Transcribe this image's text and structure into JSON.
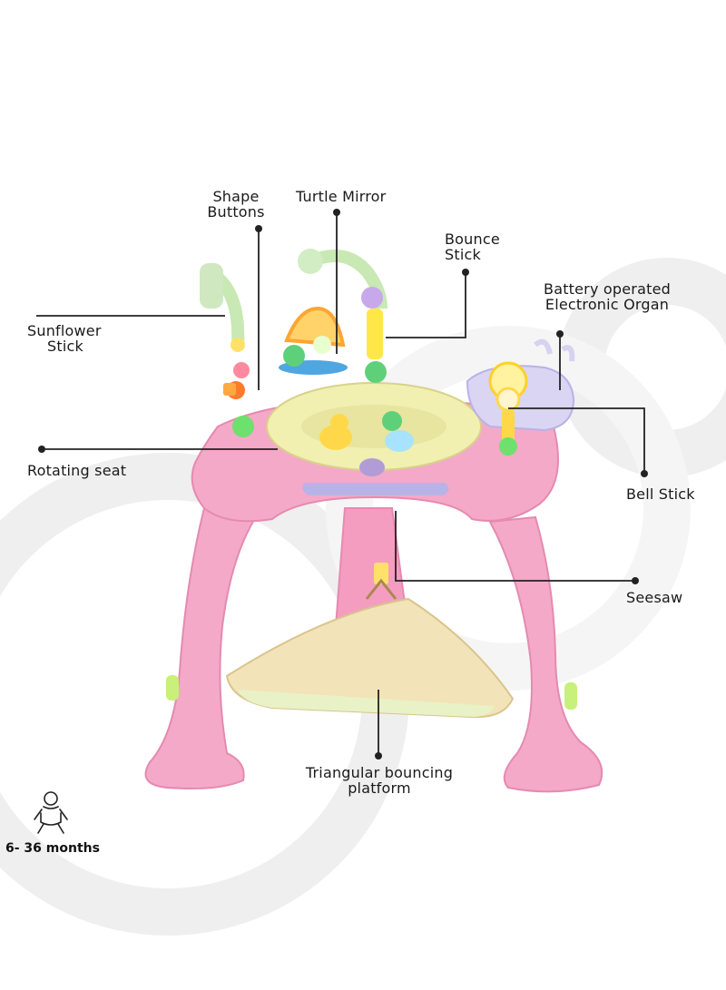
{
  "labels": {
    "shape_buttons": [
      "Shape",
      "Buttons"
    ],
    "turtle_mirror": "Turtle Mirror",
    "bounce_stick": [
      "Bounce",
      "Stick"
    ],
    "battery_organ": [
      "Battery operated",
      "Electronic Organ"
    ],
    "sunflower_stick": [
      "Sunflower",
      "Stick"
    ],
    "rotating_seat": "Rotating seat",
    "bell_stick": "Bell Stick",
    "seesaw": "Seesaw",
    "platform": [
      "Triangular bouncing",
      "platform"
    ]
  },
  "age_badge": {
    "icon": "baby-icon",
    "text": "6- 36 months"
  },
  "colors": {
    "frame_pink": "#f4a9c8",
    "frame_pink_dark": "#e58ab0",
    "seat_yellow": "#f2f0b0",
    "platform_cream": "#f3e3b8",
    "callout_line": "#222222",
    "bg_circles": "#f0f0f0"
  }
}
